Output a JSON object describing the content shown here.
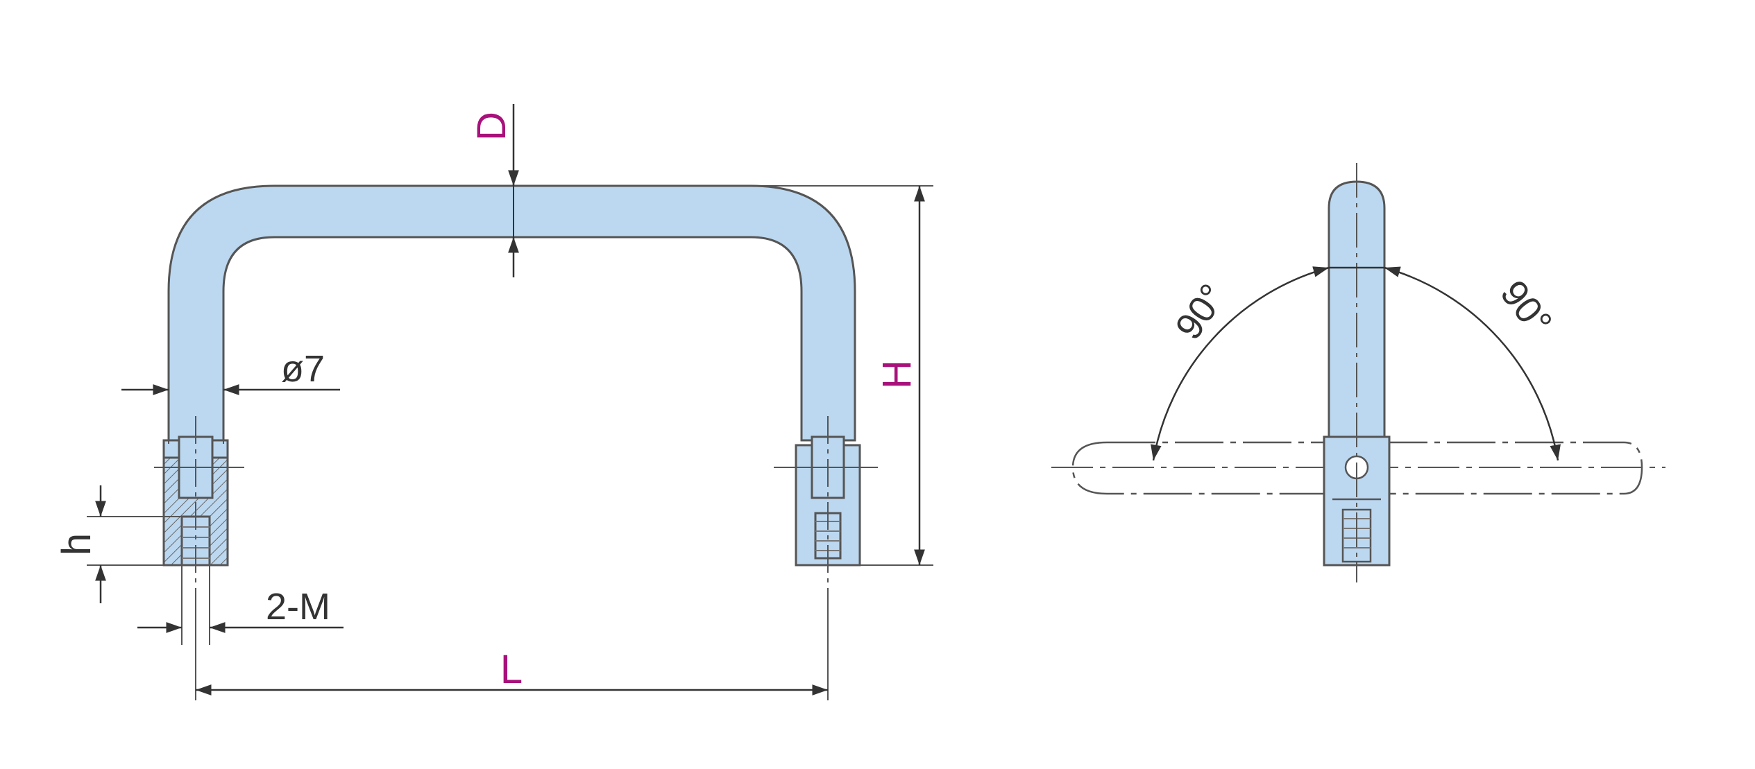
{
  "colors": {
    "handle_fill": "#bcd8f0",
    "outline": "#555555",
    "dimension_line": "#333333",
    "dimension_text": "#333333",
    "variable_label": "#a8117b",
    "background": "#ffffff"
  },
  "labels": {
    "D": "D",
    "H": "H",
    "L": "L",
    "h": "h",
    "dia": "ø7",
    "thread": "2-M",
    "angle_left": "90°",
    "angle_right": "90°"
  }
}
